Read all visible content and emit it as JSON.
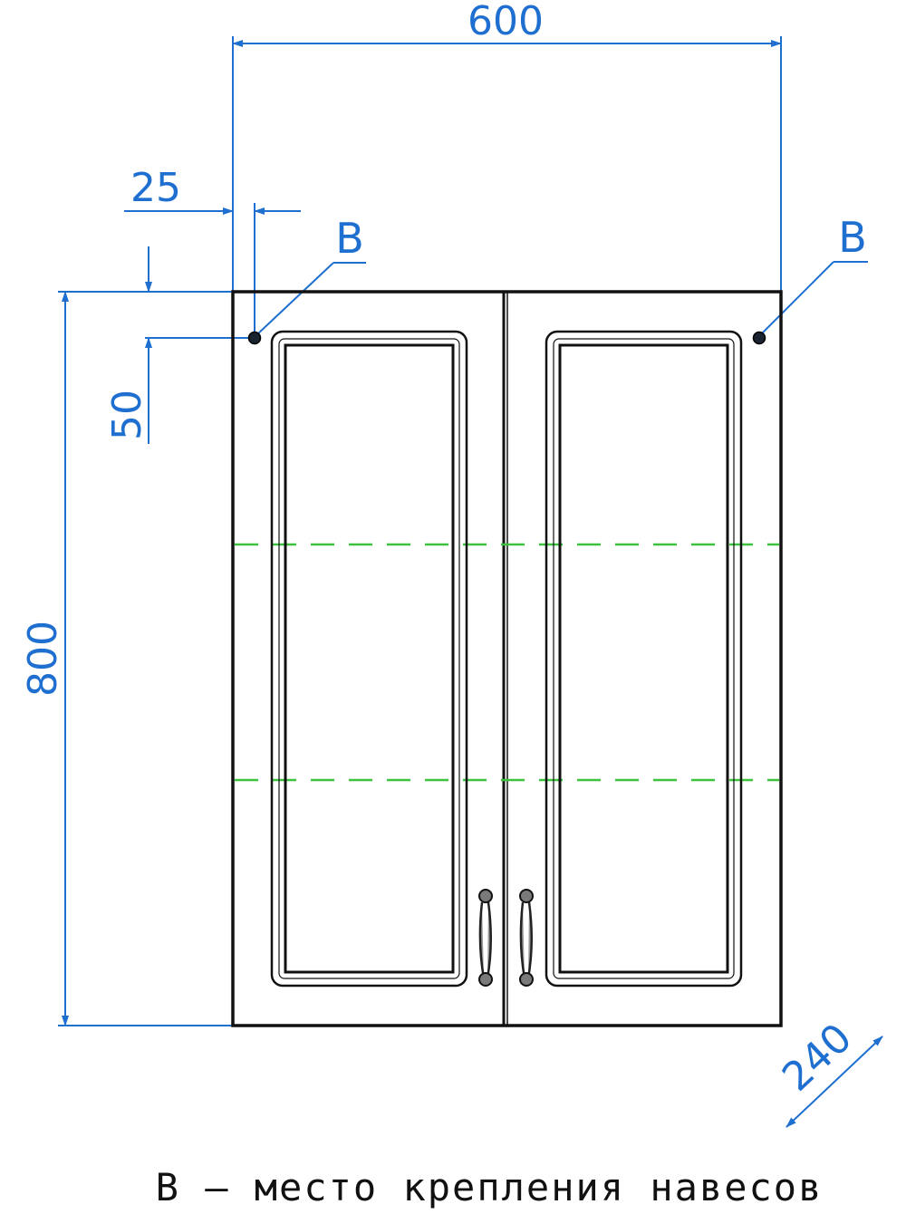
{
  "dimensions": {
    "width": "600",
    "height": "800",
    "depth": "240",
    "mount_offset_x": "25",
    "mount_offset_y": "50"
  },
  "callouts": {
    "left_label": "B",
    "right_label": "B"
  },
  "legend": {
    "text": "B – место крепления навесов"
  },
  "colors": {
    "dimension": "#1e6fd0",
    "outline": "#111111",
    "shelf": "#3cc23c"
  },
  "shelf_count": 2,
  "door_count": 2
}
